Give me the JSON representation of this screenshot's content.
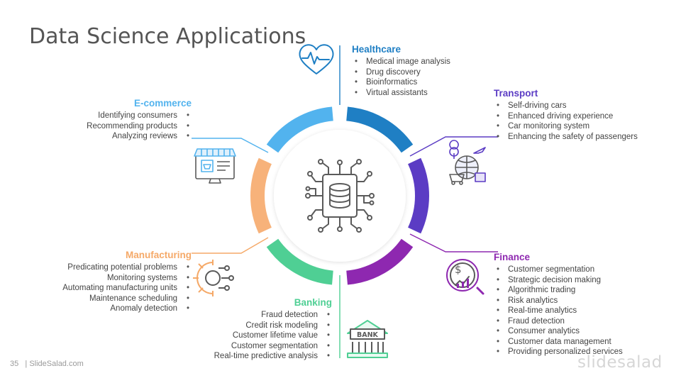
{
  "slide": {
    "title": "Data Science Applications",
    "page_number": "35",
    "footer_text": "| SlideSalad.com",
    "brand": "slidesalad"
  },
  "sections": {
    "healthcare": {
      "title": "Healthcare",
      "color": "#1f7fc4",
      "items": [
        "Medical image analysis",
        "Drug discovery",
        "Bioinformatics",
        "Virtual assistants"
      ]
    },
    "transport": {
      "title": "Transport",
      "color": "#5b3cc4",
      "items": [
        "Self-driving cars",
        "Enhanced driving experience",
        "Car monitoring system",
        "Enhancing the safety of passengers"
      ]
    },
    "finance": {
      "title": "Finance",
      "color": "#8e28b0",
      "items": [
        "Customer segmentation",
        "Strategic decision making",
        "Algorithmic trading",
        "Risk analytics",
        "Real-time analytics",
        "Fraud detection",
        "Consumer analytics",
        "Customer data management",
        "Providing personalized services"
      ]
    },
    "banking": {
      "title": "Banking",
      "color": "#4fcf94",
      "icon_text": "BANK",
      "items": [
        "Fraud detection",
        "Credit risk modeling",
        "Customer lifetime value",
        "Customer segmentation",
        "Real-time predictive analysis"
      ]
    },
    "manufacturing": {
      "title": "Manufacturing",
      "color": "#f5a968",
      "items": [
        "Predicating potential problems",
        "Monitoring systems",
        "Automating manufacturing units",
        "Maintenance scheduling",
        "Anomaly detection"
      ]
    },
    "ecommerce": {
      "title": "E-commerce",
      "color": "#52b3ee",
      "items": [
        "Identifying consumers",
        "Recommending products",
        "Analyzing reviews"
      ]
    }
  },
  "colors": {
    "ring_segment_1": "#1f7fc4",
    "ring_segment_2": "#5b3cc4",
    "ring_segment_3": "#8e28b0",
    "ring_segment_4": "#4fcf94",
    "ring_segment_5": "#f7b27a",
    "ring_segment_6": "#52b3ee",
    "center_icon": "#5a5a5a"
  },
  "icons": {
    "center": "circuit-database-icon",
    "healthcare": "heart-pulse-icon",
    "transport": "globe-transport-icon",
    "finance": "dollar-magnifier-chart-icon",
    "banking": "bank-building-icon",
    "manufacturing": "gear-cog-icon",
    "ecommerce": "online-store-icon"
  }
}
